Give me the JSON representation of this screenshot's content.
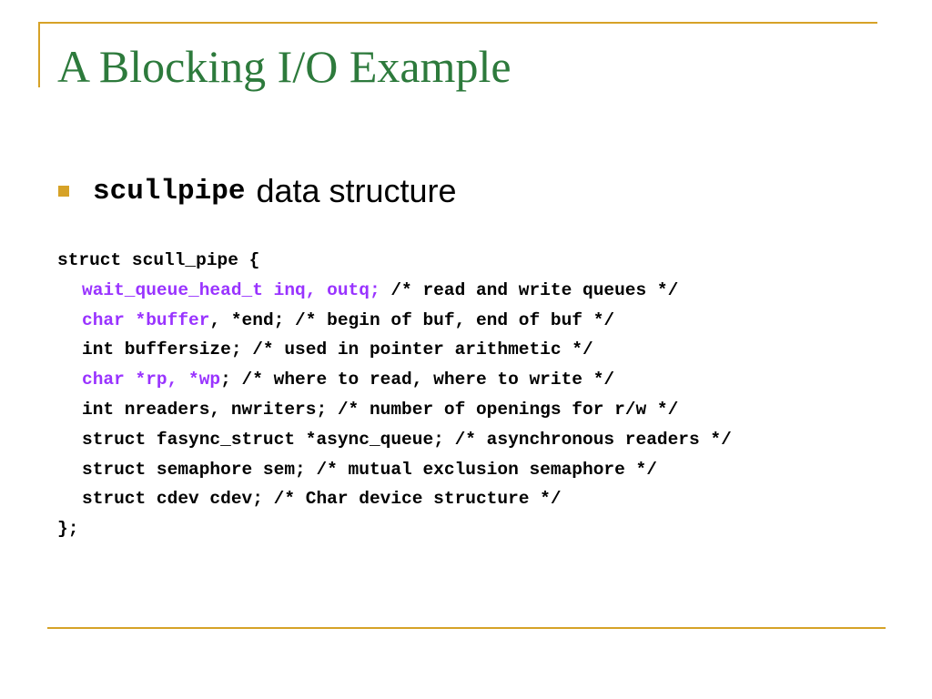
{
  "slide": {
    "title": "A Blocking I/O Example",
    "bullet": {
      "term": "scullpipe",
      "text": "data structure"
    }
  },
  "code": {
    "line1": "struct scull_pipe {",
    "line2": {
      "hl": "wait_queue_head_t inq, outq;",
      "rest": " /* read and write queues */"
    },
    "line3": {
      "hl": "char *buffer",
      "rest": ", *end; /* begin of buf, end of buf */"
    },
    "line4": "int buffersize; /* used in pointer arithmetic */",
    "line5": {
      "hl": "char *rp, *wp",
      "rest": "; /* where to read, where to write */"
    },
    "line6": "int nreaders, nwriters; /* number of openings for r/w */",
    "line7": "struct fasync_struct *async_queue; /* asynchronous readers */",
    "line8": "struct semaphore sem; /* mutual exclusion semaphore */",
    "line9": "struct cdev cdev; /* Char device structure */",
    "line10": "};"
  },
  "colors": {
    "title": "#2d7a3c",
    "accent": "#d6a227",
    "highlight": "#9933ff"
  }
}
